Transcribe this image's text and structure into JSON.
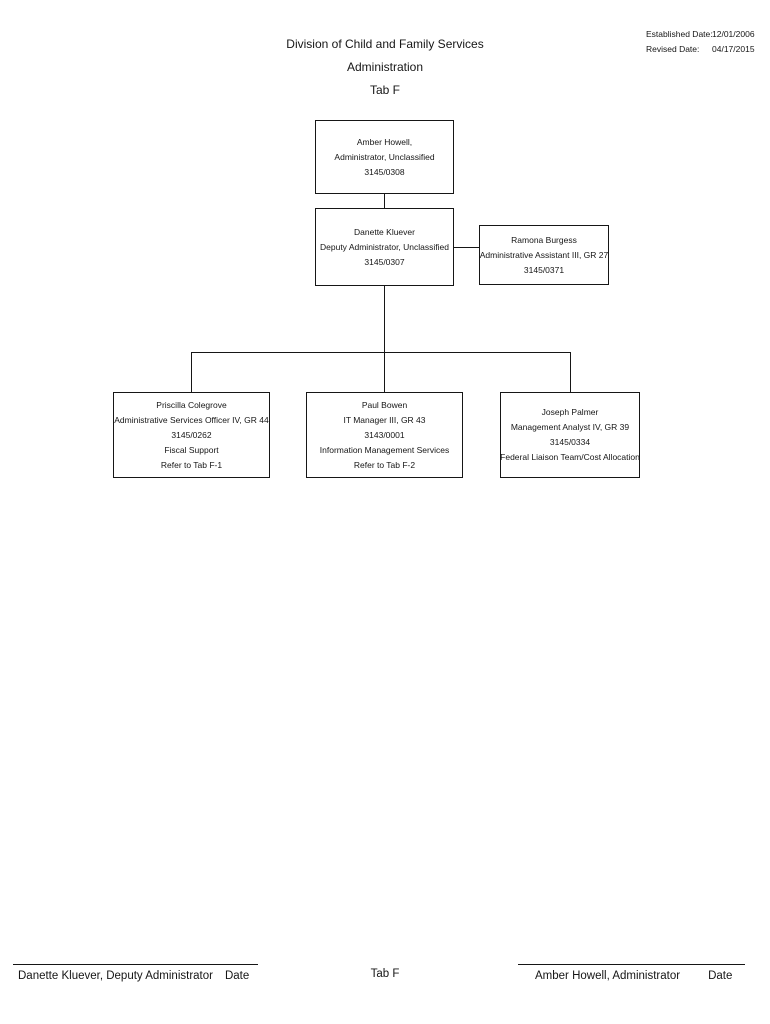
{
  "header": {
    "title_lines": [
      "Division of Child and Family Services",
      "Administration",
      "Tab F"
    ],
    "established_label": "Established Date:",
    "established_value": "12/01/2006",
    "revised_label": "Revised Date:",
    "revised_value": "04/17/2015"
  },
  "org_chart": {
    "nodes": [
      {
        "id": "administrator",
        "lines": [
          "Amber Howell,",
          "Administrator, Unclassified",
          "3145/0308"
        ]
      },
      {
        "id": "deputy-administrator",
        "lines": [
          "Danette Kluever",
          "Deputy Administrator, Unclassified",
          "3145/0307"
        ]
      },
      {
        "id": "administrative-assistant",
        "lines": [
          "Ramona Burgess",
          "Administrative Assistant III, GR 27",
          "3145/0371"
        ]
      },
      {
        "id": "fiscal-support",
        "lines": [
          "Priscilla Colegrove",
          "Administrative Services Officer IV, GR 44",
          "3145/0262",
          "Fiscal Support",
          "Refer to Tab F-1"
        ]
      },
      {
        "id": "it-manager",
        "lines": [
          "Paul Bowen",
          "IT Manager III, GR 43",
          "3143/0001",
          "Information Management Services",
          "Refer to Tab F-2"
        ]
      },
      {
        "id": "management-analyst",
        "lines": [
          "Joseph Palmer",
          "Management Analyst IV, GR 39",
          "3145/0334",
          "Federal Liaison Team/Cost Allocation"
        ]
      }
    ]
  },
  "footer": {
    "left_signature": "Danette Kluever, Deputy Administrator",
    "left_date_label": "Date",
    "center_label": "Tab F",
    "right_signature": "Amber Howell, Administrator",
    "right_date_label": "Date"
  },
  "colors": {
    "ink": "#161616",
    "background": "#ffffff"
  }
}
